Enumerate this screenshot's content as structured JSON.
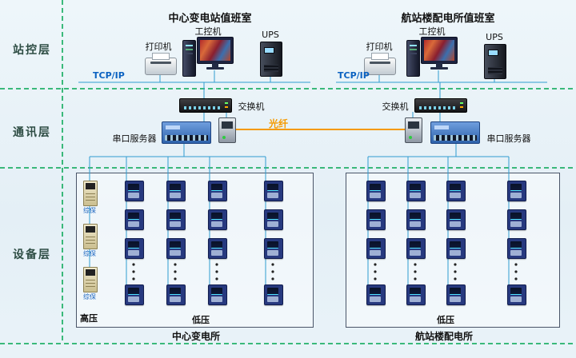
{
  "layers": {
    "station": "站控层",
    "comm": "通讯层",
    "device": "设备层"
  },
  "left": {
    "title": "中心变电站值班室",
    "printer": "打印机",
    "ipc": "工控机",
    "ups": "UPS",
    "tcpip": "TCP/IP",
    "switch": "交换机",
    "serial_server": "串口服务器",
    "panel": {
      "hv": "高压",
      "lv": "低压",
      "caption": "中心变电所",
      "protection": "综保"
    }
  },
  "right": {
    "title": "航站楼配电所值班室",
    "printer": "打印机",
    "ipc": "工控机",
    "ups": "UPS",
    "tcpip": "TCP/IP",
    "switch": "交换机",
    "serial_server": "串口服务器",
    "panel": {
      "lv": "低压",
      "caption": "航站楼配电所"
    }
  },
  "fiber": {
    "label": "光纤"
  },
  "colors": {
    "background": "#eaf3f8",
    "wire": "#2f9cd0",
    "separator": "#00a651",
    "fiber": "#f59a00",
    "tcpip_text": "#0b62c1"
  }
}
